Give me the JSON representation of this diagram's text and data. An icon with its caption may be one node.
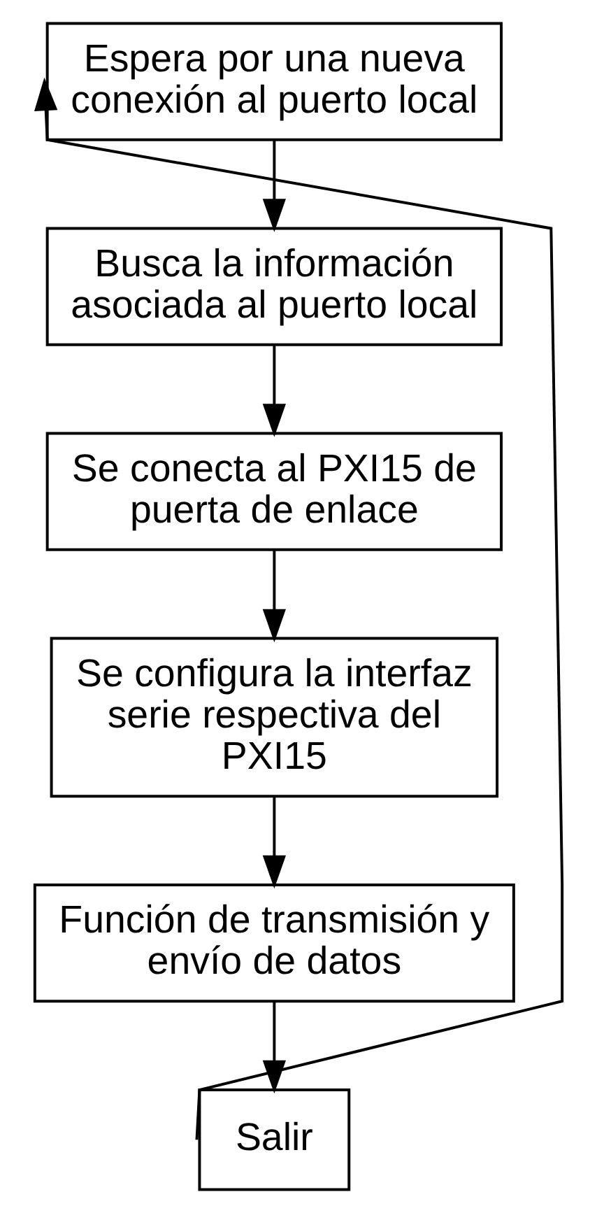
{
  "diagram": {
    "nodes": [
      {
        "text": [
          "Espera por una nueva conexión al puerto local"
        ]
      },
      {
        "text": [
          "Busca la información asociada al puerto local"
        ]
      },
      {
        "text": [
          "Se conecta al PXI15 de puerta de enlace"
        ]
      },
      {
        "text": [
          "Se configura la interfaz serie respectiva del PXI15"
        ]
      },
      {
        "text": [
          "Función de transmisión y envío de datos"
        ]
      },
      {
        "text": [
          "Salir"
        ]
      }
    ],
    "edges": [
      {
        "from": 0,
        "to": 1,
        "arrow": "to"
      },
      {
        "from": 1,
        "to": 2,
        "arrow": "to"
      },
      {
        "from": 2,
        "to": 3,
        "arrow": "to"
      },
      {
        "from": 3,
        "to": 4,
        "arrow": "to"
      },
      {
        "from": 4,
        "to": 5,
        "arrow": "to"
      },
      {
        "from": 5,
        "to": 0,
        "arrow": "to"
      }
    ]
  }
}
